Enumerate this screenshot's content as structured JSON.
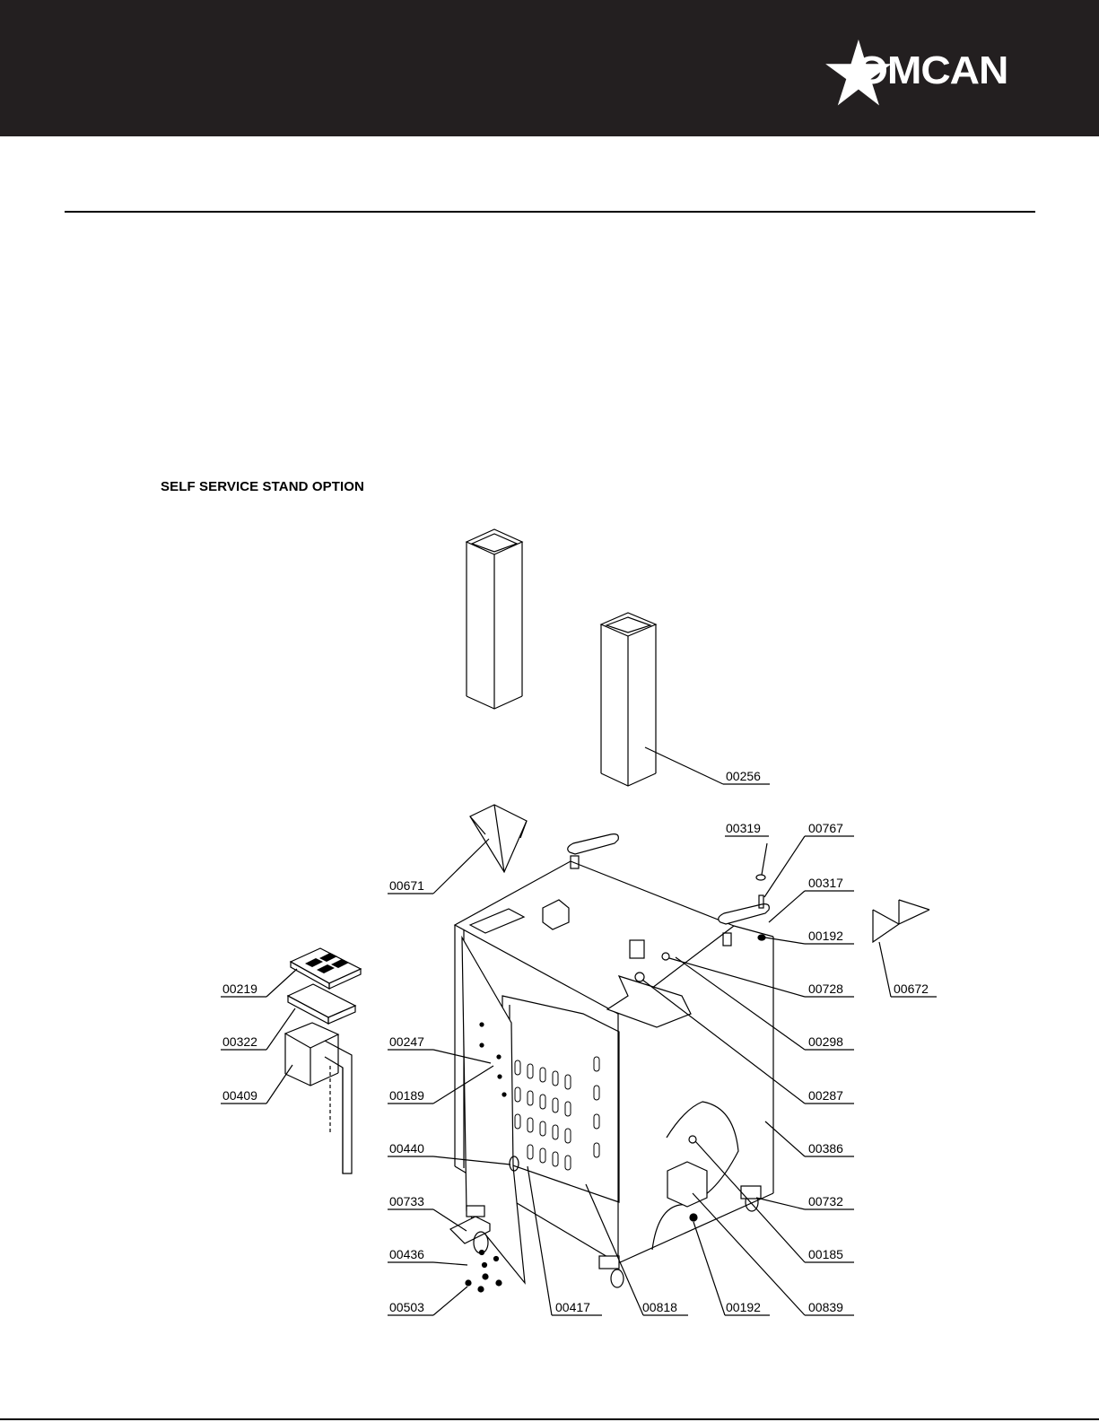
{
  "brand": {
    "name": "OMCAN"
  },
  "section": {
    "title": "SELF SERVICE STAND OPTION"
  },
  "parts": [
    {
      "id": "p1",
      "code": "00256"
    },
    {
      "id": "p2",
      "code": "00319"
    },
    {
      "id": "p3",
      "code": "00767"
    },
    {
      "id": "p4",
      "code": "00671"
    },
    {
      "id": "p5",
      "code": "00317"
    },
    {
      "id": "p6",
      "code": "00192"
    },
    {
      "id": "p7",
      "code": "00219"
    },
    {
      "id": "p8",
      "code": "00728"
    },
    {
      "id": "p9",
      "code": "00672"
    },
    {
      "id": "p10",
      "code": "00322"
    },
    {
      "id": "p11",
      "code": "00247"
    },
    {
      "id": "p12",
      "code": "00298"
    },
    {
      "id": "p13",
      "code": "00409"
    },
    {
      "id": "p14",
      "code": "00189"
    },
    {
      "id": "p15",
      "code": "00287"
    },
    {
      "id": "p16",
      "code": "00440"
    },
    {
      "id": "p17",
      "code": "00386"
    },
    {
      "id": "p18",
      "code": "00733"
    },
    {
      "id": "p19",
      "code": "00732"
    },
    {
      "id": "p20",
      "code": "00436"
    },
    {
      "id": "p21",
      "code": "00185"
    },
    {
      "id": "p22",
      "code": "00503"
    },
    {
      "id": "p23",
      "code": "00417"
    },
    {
      "id": "p24",
      "code": "00818"
    },
    {
      "id": "p25",
      "code": "00192"
    },
    {
      "id": "p26",
      "code": "00839"
    }
  ]
}
